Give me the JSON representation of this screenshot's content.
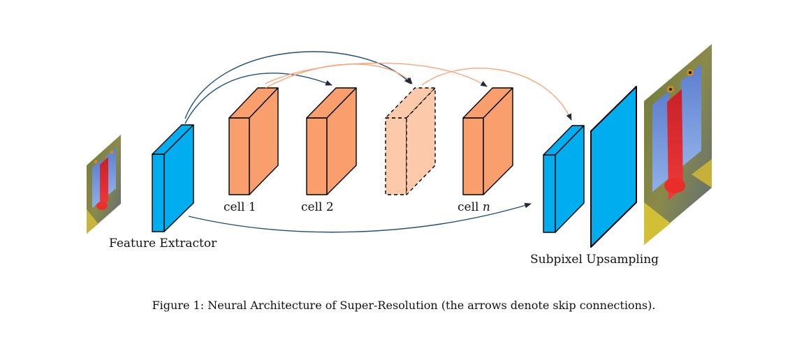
{
  "labels": {
    "feature_extractor": "Feature Extractor",
    "cell1": "cell 1",
    "cell2": "cell 2",
    "celln_prefix": "cell ",
    "celln_var": "n",
    "subpixel": "Subpixel Upsampling"
  },
  "caption": "Figure 1: Neural Architecture of Super-Resolution (the arrows denote skip connections).",
  "colors": {
    "blue_block": "#00aeef",
    "orange_block": "#f99f6d",
    "faded_block": "#fdc9ab",
    "blue_arrow": "#1f4e79",
    "orange_arrow": "#f7a77c"
  },
  "icons": {
    "input_image": "mandrill-low-res-image",
    "output_image": "mandrill-high-res-image"
  }
}
